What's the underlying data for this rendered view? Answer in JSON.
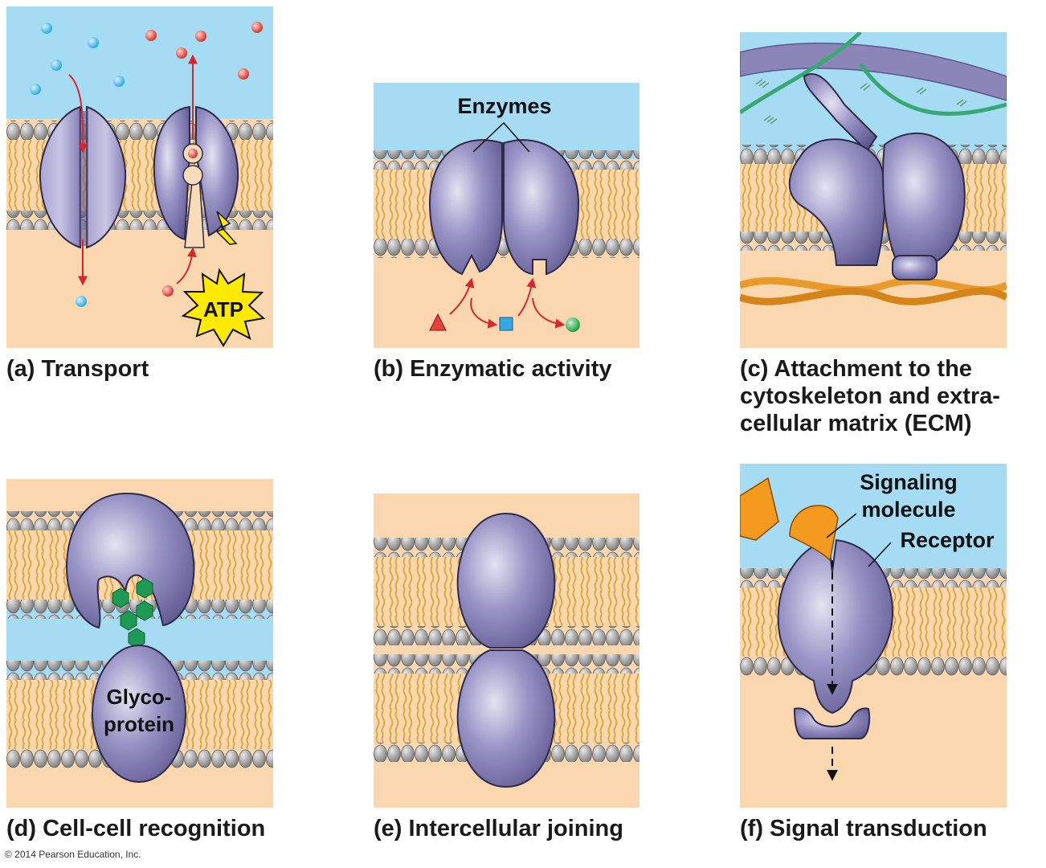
{
  "panels": [
    {
      "id": "a",
      "caption": "(a) Transport",
      "labels": {
        "atp": "ATP"
      }
    },
    {
      "id": "b",
      "caption": "(b) Enzymatic activity",
      "labels": {
        "enzymes": "Enzymes"
      }
    },
    {
      "id": "c",
      "caption_lines": [
        "(c) Attachment to the",
        "cytoskeleton and extra-",
        "cellular matrix (ECM)"
      ]
    },
    {
      "id": "d",
      "caption": "(d) Cell-cell recognition",
      "labels": {
        "glyco_line1": "Glyco-",
        "glyco_line2": "protein"
      }
    },
    {
      "id": "e",
      "caption": "(e) Intercellular joining"
    },
    {
      "id": "f",
      "caption": "(f) Signal transduction",
      "labels": {
        "signaling_line1": "Signaling",
        "signaling_line2": "molecule",
        "receptor": "Receptor"
      }
    }
  ],
  "copyright": "© 2014 Pearson Education, Inc.",
  "colors": {
    "extracellular": "#a6dcf3",
    "cytoplasm": "#fbd7b0",
    "protein": "#8c86b8",
    "lipid_head": "#9a9a9a",
    "lipid_tail": "#e0a83a",
    "arrow": "#d8262c",
    "ion_blue": "#3fb6e8",
    "ion_red": "#e8403a",
    "atp_burst": "#ffea00",
    "signal_molecule": "#f39a1f",
    "carbohydrate": "#1f9a55",
    "ecm_fiber": "#3aa872",
    "cytoskeleton": "#e89a2a"
  }
}
